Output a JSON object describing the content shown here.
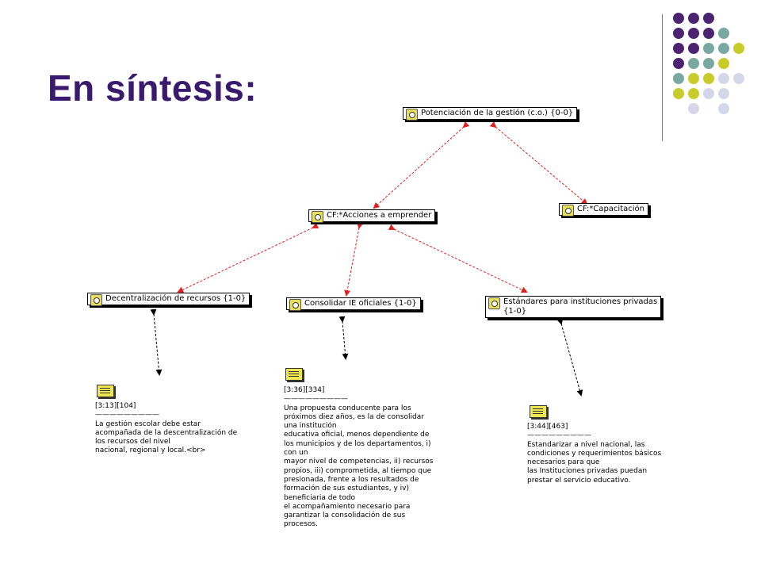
{
  "slide": {
    "title": "En síntesis:"
  },
  "colors": {
    "title": "#3a1a6e",
    "dot_purple": "#4b2370",
    "dot_teal": "#78a8a0",
    "dot_lime": "#c8cc2a",
    "dot_lavender": "#d6d6ea",
    "link_red": "#e02020",
    "link_black": "#000000"
  },
  "nodes": {
    "potenciacion": "Potenciación de la gestión (c.o.) {0-0}",
    "acciones": "CF:*Acciones a emprender",
    "capacitacion": "CF:*Capacitación",
    "descentralizacion": "Decentralización de recursos {1-0}",
    "consolidar": "Consolidar IE oficiales {1-0}",
    "estandares_l1": "Estándares para instituciones privadas",
    "estandares_l2": "{1-0}"
  },
  "memos": {
    "memo1": "[3:13][104]\n—————————\nLa gestión escolar debe estar\nacompañada de la descentralización de\nlos recursos del nivel\nnacional, regional y local.<br>",
    "memo2": "[3:36][334]\n—————————\nUna propuesta conducente para los\npróximos diez años, es la de consolidar\nuna institución\neducativa oficial, menos dependiente de\nlos municipios y de los departamentos, i)\ncon un\nmayor nivel de competencias, ii) recursos\npropios, iii) comprometida, al tiempo que\npresionada, frente a los resultados de\nformación de sus estudiantes, y iv)\nbeneficiaria de todo\nel acompañamiento necesario para\ngarantizar la consolidación de sus\nprocesos.",
    "memo3": "[3:44][463]\n—————————\nEstandarizar a nivel nacional, las\ncondiciones y requerimientos básicos\nnecesarios para que\nlas Instituciones privadas puedan\nprestar el servicio educativo."
  }
}
